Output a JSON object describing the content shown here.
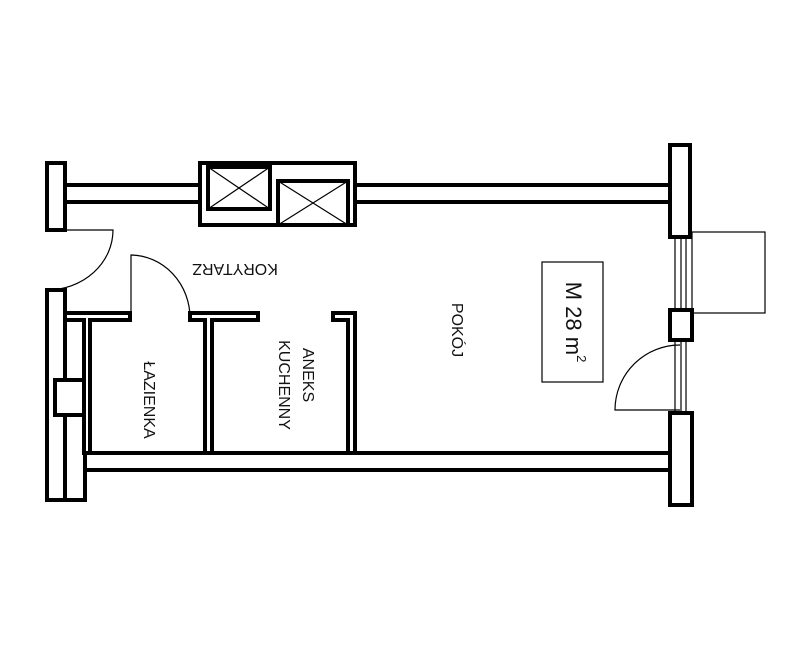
{
  "plan": {
    "rooms": {
      "corridor": "KORYTARZ",
      "bathroom": "ŁAZIENKA",
      "kitchen_line1": "ANEKS",
      "kitchen_line2": "KUCHENNY",
      "room": "POKÓJ"
    },
    "area": {
      "prefix": "M 28 m",
      "superscript": "2"
    },
    "colors": {
      "line": "#000000",
      "background": "#ffffff"
    }
  }
}
